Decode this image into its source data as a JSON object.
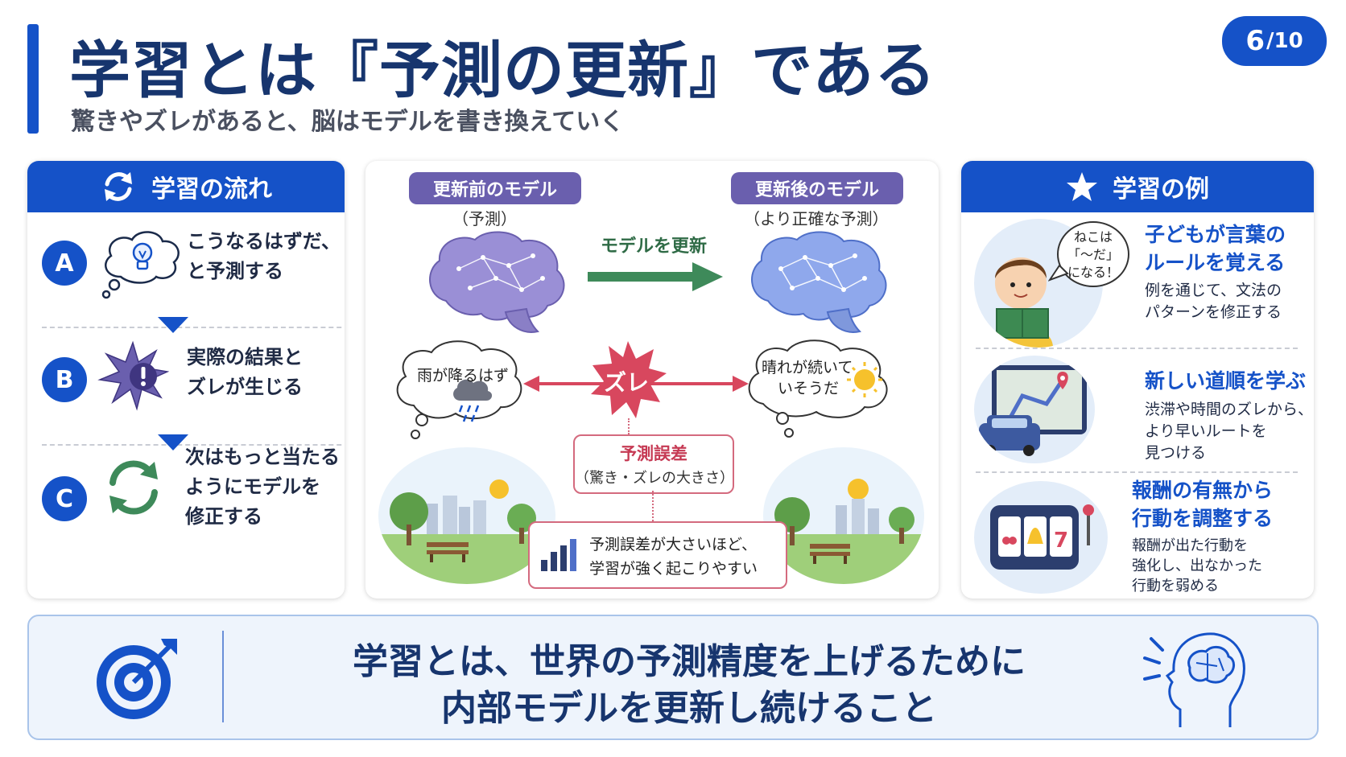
{
  "header": {
    "title": "学習とは『予測の更新』である",
    "subtitle": "驚きやズレがあると、脳はモデルを書き換えていく",
    "page_current": "6",
    "page_total": "/10"
  },
  "left_panel": {
    "title": "学習の流れ",
    "steps": [
      {
        "badge": "A",
        "line1": "こうなるはずだ、",
        "line2": "と予測する",
        "line3": ""
      },
      {
        "badge": "B",
        "line1": "実際の結果と",
        "line2": "ズレが生じる",
        "line3": ""
      },
      {
        "badge": "C",
        "line1": "次はもっと当たる",
        "line2": "ようにモデルを",
        "line3": "修正する"
      }
    ]
  },
  "center_panel": {
    "before_label": "更新前のモデル",
    "before_caption": "（予測）",
    "after_label": "更新後のモデル",
    "after_caption": "（より正確な予測）",
    "update_label": "モデルを更新",
    "left_thought": "雨が降るはず",
    "right_thought_1": "晴れが続いて",
    "right_thought_2": "いそうだ",
    "gap_label": "ズレ",
    "error_title": "予測誤差",
    "error_sub": "（驚き・ズレの大きさ）",
    "note_1": "予測誤差が大さいほど、",
    "note_2": "学習が強く起こりやすい"
  },
  "right_panel": {
    "title": "学習の例",
    "bubble_1": "ねこは",
    "bubble_2": "「〜だ」",
    "bubble_3": "になる！",
    "examples": [
      {
        "title1": "子どもが言葉の",
        "title2": "ルールを覚える",
        "desc1": "例を通じて、文法の",
        "desc2": "パターンを修正する",
        "desc3": ""
      },
      {
        "title1": "新しい道順を学ぶ",
        "title2": "",
        "desc1": "渋滞や時間のズレから、",
        "desc2": "より早いルートを",
        "desc3": "見つける"
      },
      {
        "title1": "報酬の有無から",
        "title2": "行動を調整する",
        "desc1": "報酬が出た行動を",
        "desc2": "強化し、出なかった",
        "desc3": "行動を弱める"
      }
    ]
  },
  "bottom": {
    "line1": "学習とは、世界の予測精度を上げるために",
    "line2": "内部モデルを更新し続けること"
  },
  "colors": {
    "primary": "#1552c8",
    "navy": "#17356e",
    "purple": "#6a5fae",
    "error": "#d8475e",
    "green": "#3e8a5a"
  }
}
